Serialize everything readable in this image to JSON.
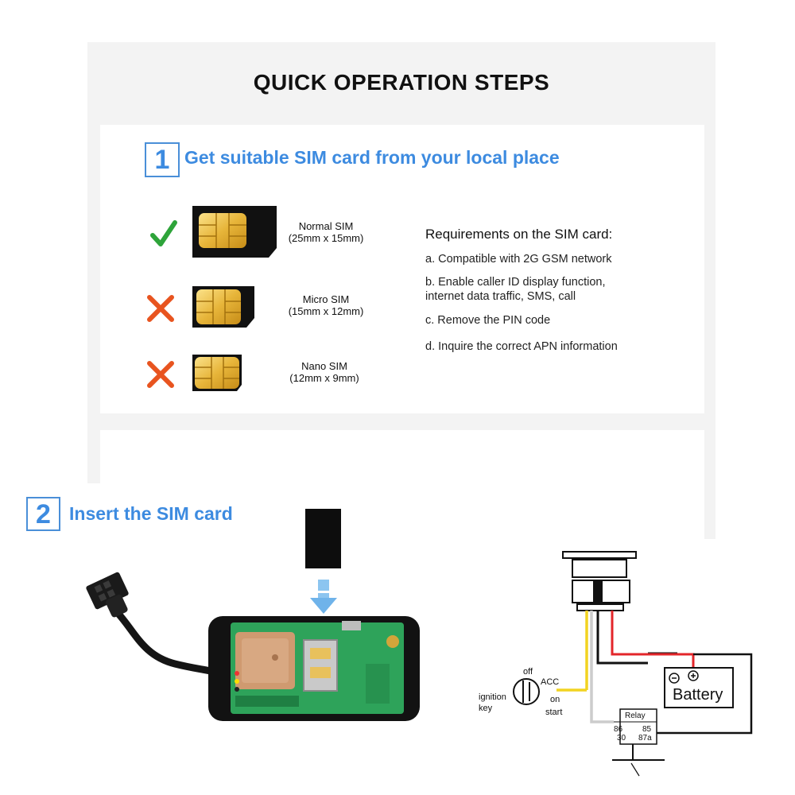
{
  "header": {
    "title": "QUICK OPERATION STEPS"
  },
  "step1": {
    "number": "1",
    "title": "Get suitable SIM card from your local place",
    "sims": [
      {
        "name": "Normal SIM",
        "size": "(25mm x 15mm)",
        "status": "accepted"
      },
      {
        "name": "Micro SIM",
        "size": "(15mm x 12mm)",
        "status": "rejected"
      },
      {
        "name": "Nano SIM",
        "size": "(12mm x 9mm)",
        "status": "rejected"
      }
    ],
    "requirements": {
      "title": "Requirements on the SIM card:",
      "items": [
        "a. Compatible with 2G GSM network",
        "b. Enable caller ID display function,",
        "internet data traffic, SMS, call",
        "c. Remove the PIN code",
        "d. Inquire the correct APN information"
      ]
    }
  },
  "step2": {
    "number": "2",
    "title": "Insert the SIM card"
  },
  "diagram": {
    "battery": "Battery",
    "relay": "Relay",
    "ignition": [
      "ignition",
      "key"
    ],
    "key_positions": {
      "off": "off",
      "acc": "ACC",
      "on": "on",
      "start": "start"
    },
    "relay_pins": {
      "p86": "86",
      "p85": "85",
      "p30": "30",
      "p87a": "87a"
    },
    "wire_colors": {
      "acc": "#f2d321",
      "power": "#e3262a",
      "ground": "#111111",
      "ignition": "#cccccc"
    }
  },
  "colors": {
    "accent": "#3d8be0",
    "check": "#2ea43a",
    "cross": "#e8541f"
  }
}
